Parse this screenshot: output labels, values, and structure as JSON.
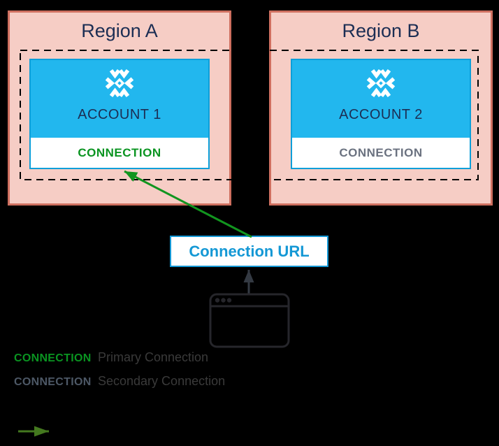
{
  "regions": [
    {
      "title": "Region A",
      "account": {
        "name": "ACCOUNT 1",
        "connection_label": "CONNECTION",
        "connection_type": "primary"
      }
    },
    {
      "title": "Region B",
      "account": {
        "name": "ACCOUNT 2",
        "connection_label": "CONNECTION",
        "connection_type": "secondary"
      }
    }
  ],
  "connection_url": {
    "label": "Connection URL"
  },
  "legend": {
    "items": [
      {
        "sample": "CONNECTION",
        "label": "Primary Connection"
      },
      {
        "sample": "CONNECTION",
        "label": "Secondary Connection"
      }
    ]
  },
  "icons": {
    "snowflake": "snowflake-logo",
    "browser": "browser-window",
    "legend_arrow": "green-arrow"
  },
  "colors": {
    "background": "#000000",
    "region_fill": "#f6cdc5",
    "region_border": "#cf7060",
    "account_fill": "#22b7ee",
    "account_border": "#0c9fd9",
    "navy_text": "#1c2e54",
    "primary_connection_green": "#0a9421",
    "secondary_connection_gray": "#6b7280",
    "url_accent_blue": "#1498d5",
    "arrow_green": "#12951f",
    "arrow_dark": "#343a43",
    "legend_text_gray": "#3a3a3a",
    "dashed_group_border": "#000000"
  }
}
